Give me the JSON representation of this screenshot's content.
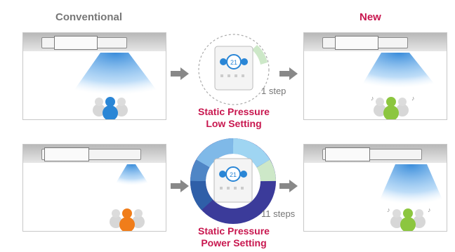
{
  "headers": {
    "conventional": "Conventional",
    "new": "New"
  },
  "top_row": {
    "caption_line1": "Static Pressure",
    "caption_line2": "Low Setting",
    "steps": "1 step",
    "controller_temp": "21"
  },
  "bottom_row": {
    "caption_line1": "Static Pressure",
    "caption_line2": "Power Setting",
    "steps": "11 steps",
    "controller_temp": "21"
  },
  "colors": {
    "brand_red": "#c8174f",
    "header_gray": "#777777",
    "airflow_blue": "#4a9fe0",
    "person_blue": "#2a86d6",
    "person_green": "#8cc63f",
    "person_orange": "#f07d1a"
  }
}
